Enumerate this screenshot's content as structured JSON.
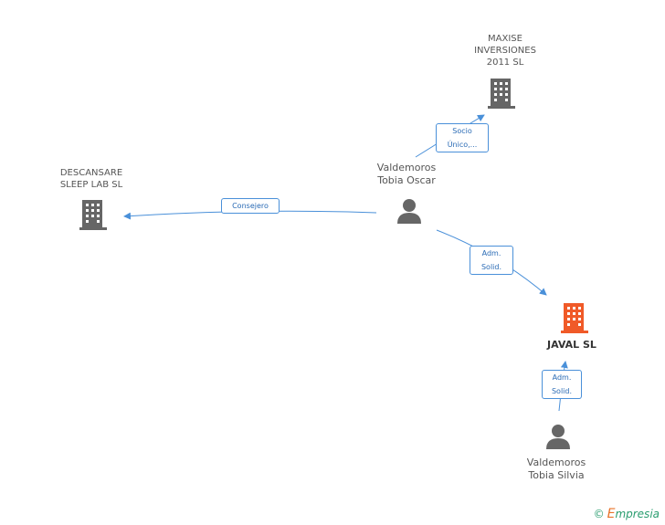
{
  "colors": {
    "edge": "#4a90d9",
    "company": "#666666",
    "focus_company": "#f05a28",
    "person": "#666666"
  },
  "nodes": {
    "maxise": {
      "lines": [
        "MAXISE",
        "INVERSIONES",
        "2011 SL"
      ],
      "icon": "building-icon"
    },
    "descansare": {
      "lines": [
        "DESCANSARE",
        "SLEEP LAB SL"
      ],
      "icon": "building-icon"
    },
    "oscar": {
      "lines": [
        "Valdemoros",
        "Tobia Oscar"
      ],
      "icon": "person-icon"
    },
    "javal": {
      "lines": [
        "JAVAL SL"
      ],
      "icon": "building-icon"
    },
    "silvia": {
      "lines": [
        "Valdemoros",
        "Tobia Silvia"
      ],
      "icon": "person-icon"
    }
  },
  "edges": {
    "socio": [
      "Socio",
      "Único,..."
    ],
    "consejero": [
      "Consejero"
    ],
    "adm1": [
      "Adm.",
      "Solid."
    ],
    "adm2": [
      "Adm.",
      "Solid."
    ]
  },
  "brand": {
    "copyright": "©",
    "e": "E",
    "rest": "mpresia"
  }
}
